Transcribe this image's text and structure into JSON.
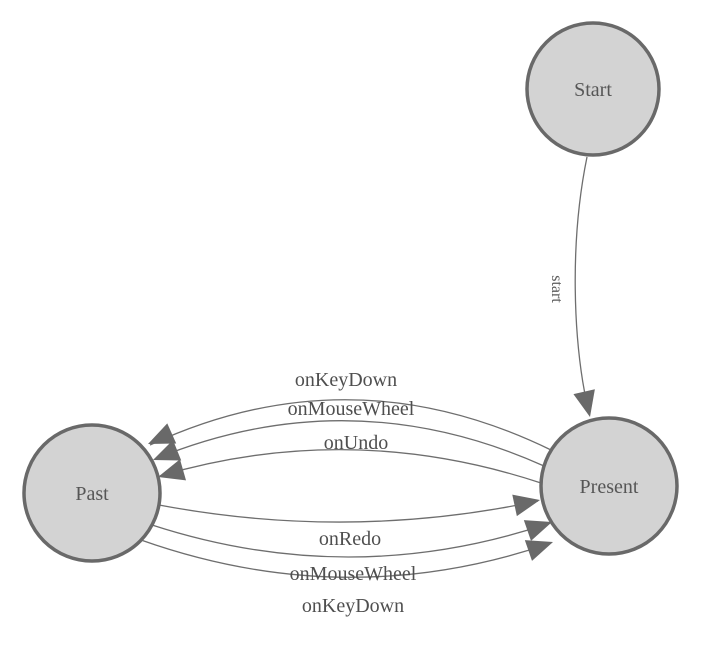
{
  "diagram": {
    "type": "state-machine",
    "background": "#ffffff",
    "colors": {
      "node_fill": "#d3d3d3",
      "node_stroke": "#696969",
      "edge_stroke": "#6e6e6e",
      "arrow_fill": "#696969",
      "label_color": "#4f4f4f"
    },
    "nodes": [
      {
        "label": "Start"
      },
      {
        "label": "Present"
      },
      {
        "label": "Past"
      }
    ],
    "edges": [
      {
        "from": "Start",
        "to": "Present",
        "label": "start"
      },
      {
        "from": "Present",
        "to": "Past",
        "label": "onKeyDown"
      },
      {
        "from": "Present",
        "to": "Past",
        "label": "onMouseWheel"
      },
      {
        "from": "Present",
        "to": "Past",
        "label": "onUndo"
      },
      {
        "from": "Past",
        "to": "Present",
        "label": "onRedo"
      },
      {
        "from": "Past",
        "to": "Present",
        "label": "onMouseWheel"
      },
      {
        "from": "Past",
        "to": "Present",
        "label": "onKeyDown"
      }
    ]
  }
}
